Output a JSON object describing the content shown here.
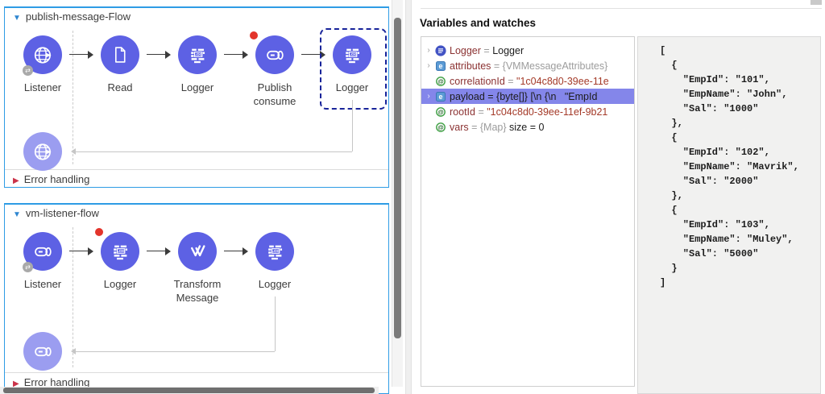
{
  "colors": {
    "node_purple": "#5d61e4",
    "breakpoint_red": "#e3342b",
    "selection_blue": "#8486ea",
    "flow_border_blue": "#2e9ce5",
    "name_maroon": "#8b3232",
    "string_red": "#a43a28"
  },
  "canvas": {
    "flows": [
      {
        "name": "publish-message-Flow",
        "error_handling_label": "Error handling",
        "ghost_icon": "http-listener",
        "nodes": [
          {
            "label": "Listener",
            "icon": "http-listener",
            "badge": "sync"
          },
          {
            "label": "Read",
            "icon": "file-read"
          },
          {
            "label": "Logger",
            "icon": "logger"
          },
          {
            "label": "Publish consume",
            "icon": "vm-connector",
            "breakpoint": true
          },
          {
            "label": "Logger",
            "icon": "logger",
            "selected": true
          }
        ]
      },
      {
        "name": "vm-listener-flow",
        "error_handling_label": "Error handling",
        "ghost_icon": "vm-connector",
        "nodes": [
          {
            "label": "Listener",
            "icon": "vm-connector",
            "badge": "sync"
          },
          {
            "label": "Logger",
            "icon": "logger",
            "breakpoint": true
          },
          {
            "label": "Transform Message",
            "icon": "dataweave"
          },
          {
            "label": "Logger",
            "icon": "logger"
          }
        ]
      }
    ]
  },
  "panel": {
    "title": "Variables and watches",
    "variables": [
      {
        "icon": "logger-var",
        "expandable": true,
        "name": "Logger",
        "segments": [
          {
            "t": " = ",
            "c": "g"
          },
          {
            "t": "Logger",
            "c": "d"
          }
        ]
      },
      {
        "icon": "e-var",
        "expandable": true,
        "name": "attributes",
        "segments": [
          {
            "t": " = ",
            "c": "g"
          },
          {
            "t": "{VMMessageAttributes}",
            "c": "g"
          }
        ]
      },
      {
        "icon": "a-var",
        "expandable": false,
        "name": "correlationId",
        "segments": [
          {
            "t": " = ",
            "c": "g"
          },
          {
            "t": "\"1c04c8d0-39ee-11e",
            "c": "r"
          }
        ]
      },
      {
        "icon": "e-var",
        "expandable": true,
        "name": "payload",
        "selected": true,
        "segments": [
          {
            "t": " = ",
            "c": "d"
          },
          {
            "t": "{byte[]} [\\n {\\n   \"EmpId",
            "c": "d"
          }
        ]
      },
      {
        "icon": "a-var",
        "expandable": false,
        "name": "rootId",
        "segments": [
          {
            "t": " = ",
            "c": "g"
          },
          {
            "t": "\"1c04c8d0-39ee-11ef-9b21",
            "c": "r"
          }
        ]
      },
      {
        "icon": "a-var",
        "expandable": false,
        "name": "vars",
        "segments": [
          {
            "t": " = ",
            "c": "g"
          },
          {
            "t": "{Map}",
            "c": "g"
          },
          {
            "t": " size = 0",
            "c": "d"
          }
        ]
      }
    ],
    "payload_json": {
      "lines": [
        "[",
        "  {",
        "    \"EmpId\": \"101\",",
        "    \"EmpName\": \"John\",",
        "    \"Sal\": \"1000\"",
        "  },",
        "  {",
        "    \"EmpId\": \"102\",",
        "    \"EmpName\": \"Mavrik\",",
        "    \"Sal\": \"2000\"",
        "  },",
        "  {",
        "    \"EmpId\": \"103\",",
        "    \"EmpName\": \"Muley\",",
        "    \"Sal\": \"5000\"",
        "  }",
        "]"
      ]
    }
  }
}
